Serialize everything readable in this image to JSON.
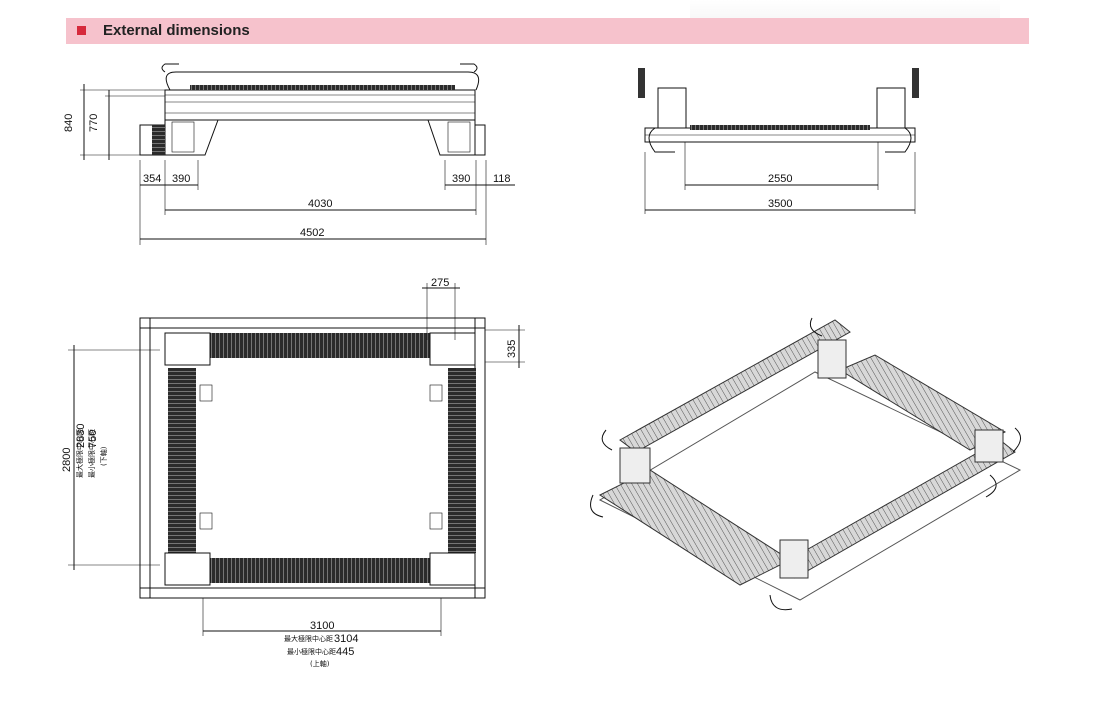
{
  "header": {
    "title": "External dimensions",
    "accent": "#d62a3c",
    "background": "#f6c2cc"
  },
  "front_view": {
    "height_total": "840",
    "height_inner": "770",
    "offset_left": "354",
    "width_left_post": "390",
    "width_right_post": "390",
    "offset_right": "118",
    "length_inner": "4030",
    "length_total": "4502"
  },
  "side_view": {
    "width_inner": "2550",
    "width_total": "3500"
  },
  "top_view": {
    "dim_275": "275",
    "dim_335": "335",
    "dim_3100": "3100",
    "dim_3104": "3104",
    "dim_445": "445",
    "max_center_label_bottom": "最大極限中心距",
    "min_center_label_bottom": "最小極限中心距",
    "axis_bottom": "(上軸)",
    "dim_2800": "2800",
    "dim_2830": "2830",
    "dim_750": "750",
    "max_center_label_left": "最大極限中心距",
    "min_center_label_left": "最小極限中心距",
    "axis_left": "(下軸)"
  }
}
